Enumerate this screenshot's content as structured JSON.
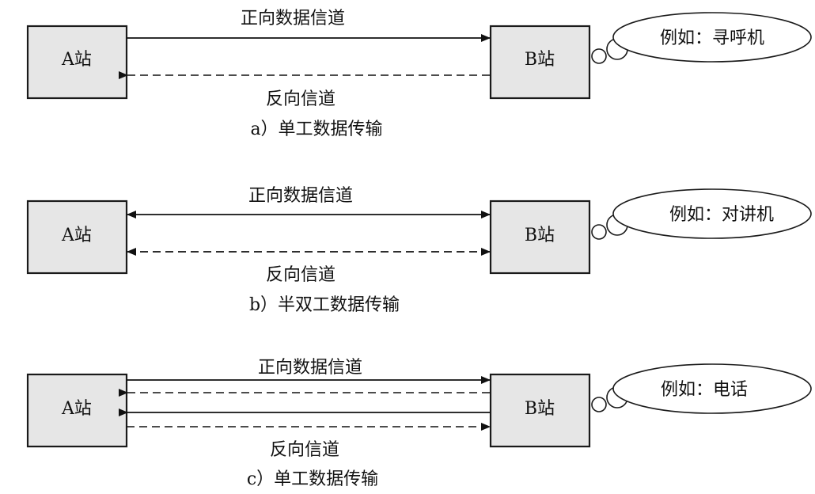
{
  "panels": [
    {
      "station_a": "A站",
      "station_b": "B站",
      "top_channel_label": "正向数据信道",
      "bottom_channel_label": "反向信道",
      "caption": "a）单工数据传输",
      "example": "例如：寻呼机"
    },
    {
      "station_a": "A站",
      "station_b": "B站",
      "top_channel_label": "正向数据信道",
      "bottom_channel_label": "反向信道",
      "caption": "b）半双工数据传输",
      "example": "例如：对讲机"
    },
    {
      "station_a": "A站",
      "station_b": "B站",
      "top_channel_label": "正向数据信道",
      "bottom_channel_label": "反向信道",
      "caption": "c）单工数据传输",
      "example": "例如：电话"
    }
  ]
}
